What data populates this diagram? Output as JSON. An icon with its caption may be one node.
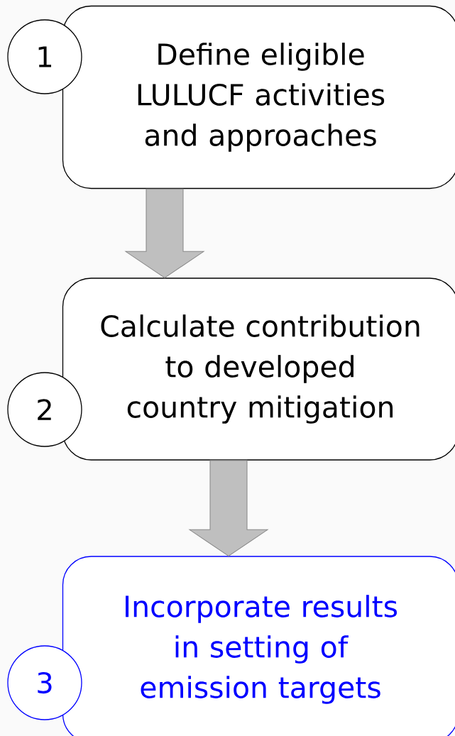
{
  "diagram": {
    "nodes": [
      {
        "text": [
          "1"
        ]
      },
      {
        "text": [
          "Define eligible LULUCF activities and approaches"
        ]
      },
      {
        "text": [
          "2"
        ]
      },
      {
        "text": [
          "Calculate contribution to developed country mitigation"
        ]
      },
      {
        "text": [
          "3"
        ]
      },
      {
        "text": [
          "Incorporate results in setting of emission targets"
        ]
      }
    ],
    "edges": [
      {
        "from": 1,
        "to": 3,
        "arrow": "to"
      },
      {
        "from": 3,
        "to": 5,
        "arrow": "to"
      }
    ]
  }
}
